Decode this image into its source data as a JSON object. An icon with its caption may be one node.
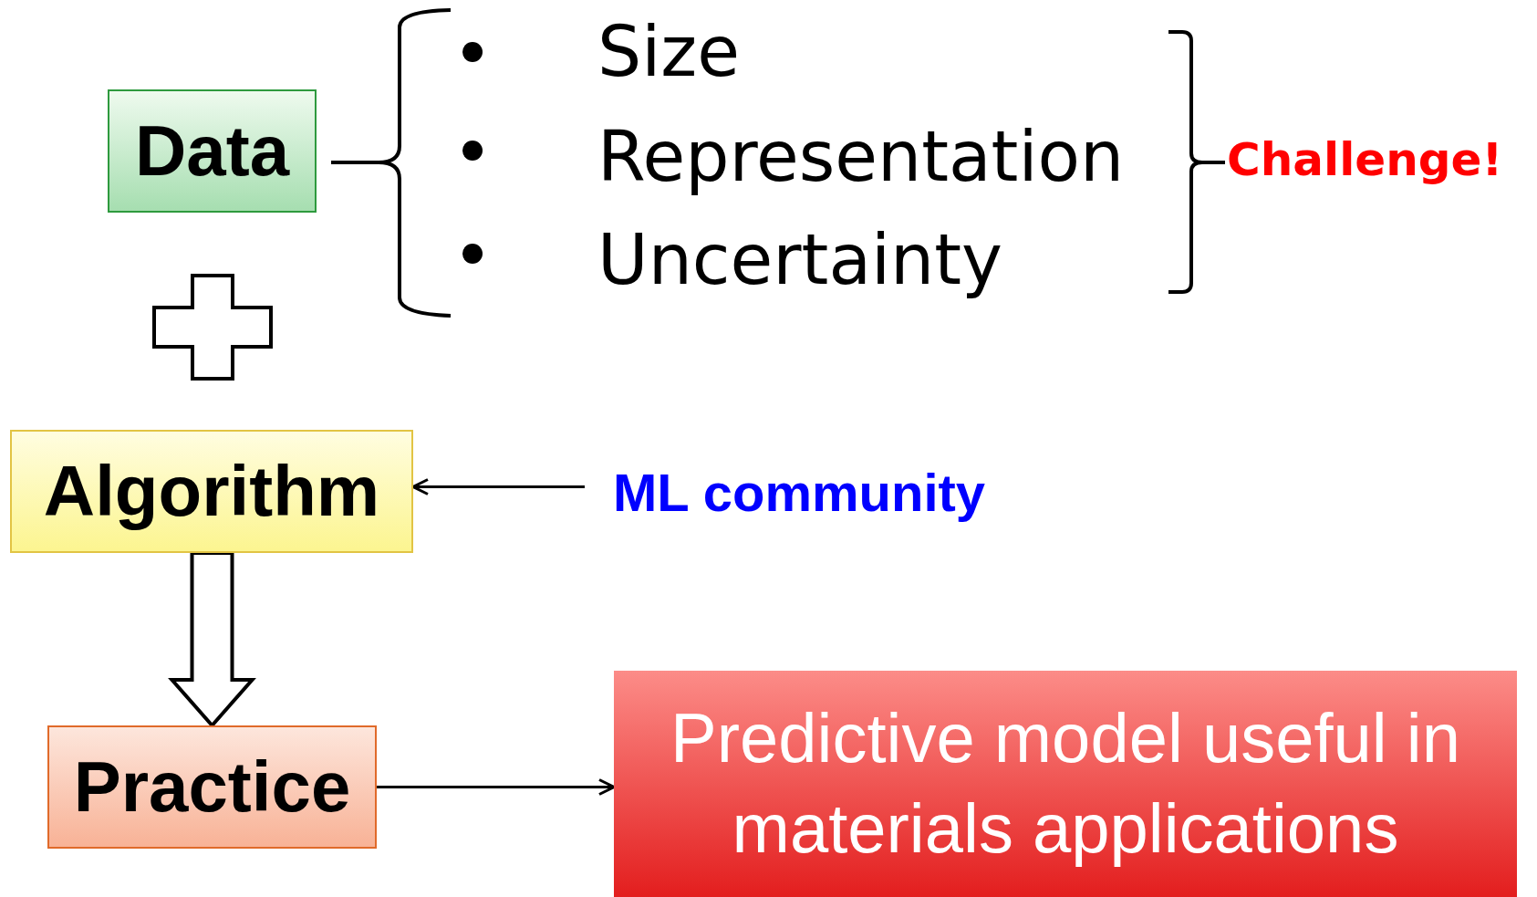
{
  "diagram": {
    "nodes": [
      {
        "text": [
          "Data"
        ]
      },
      {
        "text": [
          "Algorithm"
        ]
      },
      {
        "text": [
          "Practice"
        ]
      },
      {
        "text": [
          "Predictive model useful in materials applications"
        ]
      },
      {
        "text": [
          "ML community"
        ]
      }
    ],
    "edges": [
      {
        "from": 4,
        "to": 1,
        "arrow": "to"
      },
      {
        "from": 1,
        "to": 2,
        "arrow": "to",
        "style": "thick"
      },
      {
        "from": 2,
        "to": 3,
        "arrow": "to"
      }
    ],
    "labels": [
      "Size",
      "Representation",
      "Uncertainty",
      "Challenge!"
    ]
  }
}
